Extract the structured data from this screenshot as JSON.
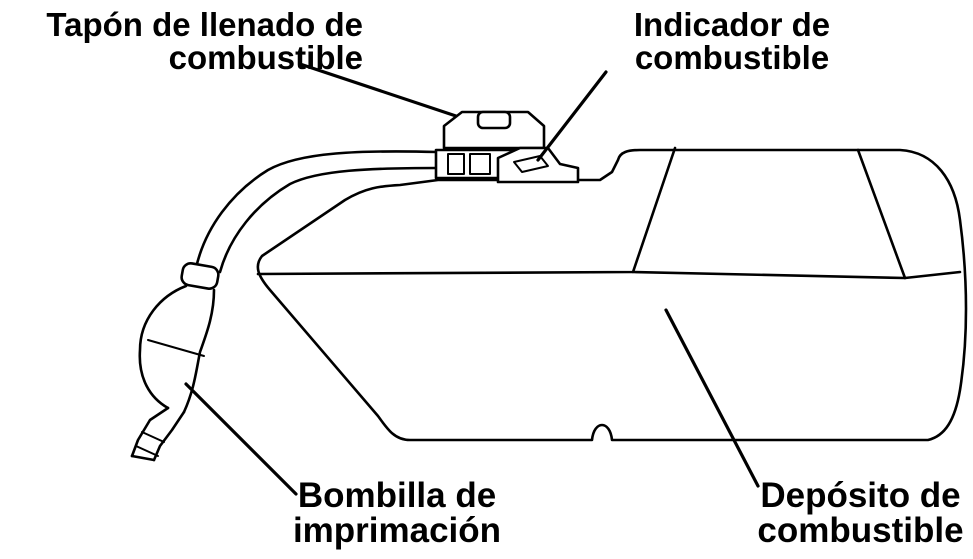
{
  "labels": {
    "fuel_cap": {
      "line1": "Tapón de llenado de",
      "line2": "combustible"
    },
    "fuel_gauge": {
      "line1": "Indicador de",
      "line2": "combustible"
    },
    "primer_bulb": {
      "line1": "Bombilla de",
      "line2": "imprimación"
    },
    "fuel_tank": {
      "line1": "Depósito de",
      "line2": "combustible"
    }
  },
  "colors": {
    "line": "#000000",
    "background": "#ffffff"
  }
}
